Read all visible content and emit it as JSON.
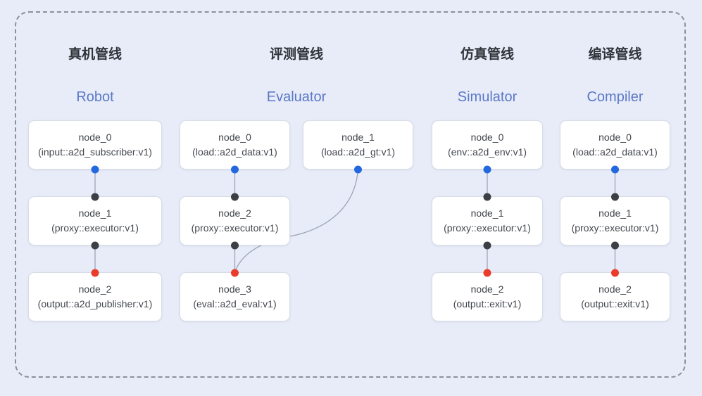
{
  "pipelines": [
    {
      "title_zh": "真机管线",
      "title_en": "Robot",
      "nodes": [
        {
          "name": "node_0",
          "impl": "(input::a2d_subscriber:v1)"
        },
        {
          "name": "node_1",
          "impl": "(proxy::executor:v1)"
        },
        {
          "name": "node_2",
          "impl": "(output::a2d_publisher:v1)"
        }
      ]
    },
    {
      "title_zh": "评测管线",
      "title_en": "Evaluator",
      "nodes": [
        {
          "name": "node_0",
          "impl": "(load::a2d_data:v1)"
        },
        {
          "name": "node_1",
          "impl": "(load::a2d_gt:v1)"
        },
        {
          "name": "node_2",
          "impl": "(proxy::executor:v1)"
        },
        {
          "name": "node_3",
          "impl": "(eval::a2d_eval:v1)"
        }
      ]
    },
    {
      "title_zh": "仿真管线",
      "title_en": "Simulator",
      "nodes": [
        {
          "name": "node_0",
          "impl": "(env::a2d_env:v1)"
        },
        {
          "name": "node_1",
          "impl": "(proxy::executor:v1)"
        },
        {
          "name": "node_2",
          "impl": "(output::exit:v1)"
        }
      ]
    },
    {
      "title_zh": "编译管线",
      "title_en": "Compiler",
      "nodes": [
        {
          "name": "node_0",
          "impl": "(load::a2d_data:v1)"
        },
        {
          "name": "node_1",
          "impl": "(proxy::executor:v1)"
        },
        {
          "name": "node_2",
          "impl": "(output::exit:v1)"
        }
      ]
    }
  ],
  "colors": {
    "background": "#e8ecf8",
    "frame_dash": "#8b909b",
    "title_zh": "#30343a",
    "title_en": "#5a78c8",
    "node_bg": "#ffffff",
    "node_border": "#d7dce7",
    "node_text": "#3e4248",
    "edge": "#9aa5b8",
    "dot_blue": "#2468df",
    "dot_dark": "#3c3f44",
    "dot_red": "#ea3c2a"
  }
}
